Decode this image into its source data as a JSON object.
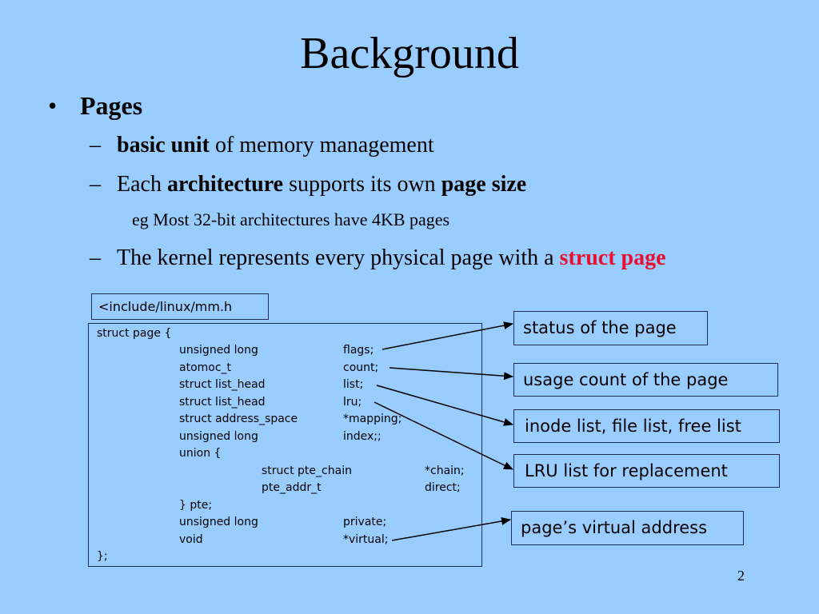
{
  "title": "Background",
  "bullet": {
    "marker": "•",
    "label": "Pages"
  },
  "subitems": {
    "dash": "–",
    "s1": {
      "bold": "basic unit",
      "rest": " of memory management"
    },
    "s2": {
      "a": "Each ",
      "b": "architecture",
      "c": " supports its own ",
      "d": "page size"
    },
    "eg": "eg  Most 32-bit architectures have 4KB pages",
    "s3": {
      "a": "The kernel represents every physical page with a ",
      "b": "struct page"
    }
  },
  "code": {
    "header_label": "<include/linux/mm.h",
    "open_kw": "struct page",
    "open_brace": " {",
    "fields": [
      {
        "type": "unsigned long",
        "name": "flags;"
      },
      {
        "type": "atomoc_t",
        "name": "count;"
      },
      {
        "type": "struct list_head",
        "name": "list;"
      },
      {
        "type": "struct list_head",
        "name": "lru;"
      },
      {
        "type": "struct address_space",
        "name": "*mapping;"
      },
      {
        "type": "unsigned long",
        "name": "index;;"
      },
      {
        "type": "union {",
        "name": ""
      }
    ],
    "union_fields": [
      {
        "type": "struct pte_chain",
        "name": "*chain;"
      },
      {
        "type": "pte_addr_t",
        "name": "direct;"
      }
    ],
    "union_close": "} pte;",
    "tail_fields": [
      {
        "type": "unsigned long",
        "name": "private;"
      },
      {
        "type": "void",
        "name": "*virtual;"
      }
    ],
    "close": "};"
  },
  "notes": {
    "status": {
      "bold": "status",
      "rest": " of the page"
    },
    "count": {
      "a": "usage ",
      "bold": "count",
      "rest": " of the page"
    },
    "lists": "inode list, file list, free list",
    "lru": "LRU list for replacement",
    "virtual": "page’s virtual address"
  },
  "page_number": "2",
  "colors": {
    "background": "#99ccff",
    "accent_red": "#e8102e",
    "border": "#1f2d5a"
  }
}
